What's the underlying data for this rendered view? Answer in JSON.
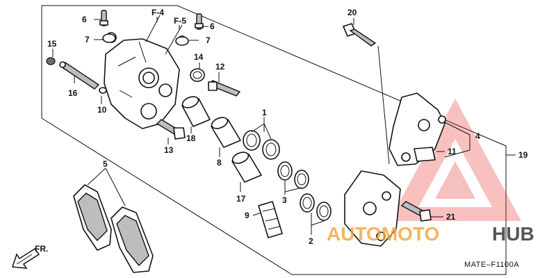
{
  "callouts": {
    "c1": "1",
    "c2": "2",
    "c3": "3",
    "c4": "4",
    "c5": "5",
    "c6a": "6",
    "c6b": "6",
    "c7a": "7",
    "c7b": "7",
    "c8": "8",
    "c9": "9",
    "c10": "10",
    "c11": "11",
    "c12": "12",
    "c13": "13",
    "c14": "14",
    "c15": "15",
    "c16": "16",
    "c17": "17",
    "c18": "18",
    "c19": "19",
    "c20": "20",
    "c21": "21",
    "f4": "F-4",
    "f5": "F-5"
  },
  "direction_label": "FR.",
  "diagram_code": "MATE–F1100A",
  "watermark": {
    "word_a": "AUTOMOTO",
    "word_b": "HUB",
    "color_red": "#e8322f",
    "color_orange": "#f3a23a",
    "color_dark": "#3a3a3a"
  }
}
